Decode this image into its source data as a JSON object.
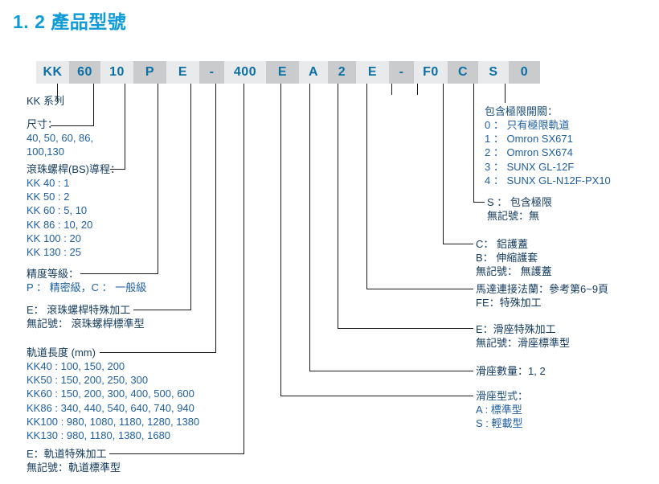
{
  "page": {
    "title": "1. 2  產品型號"
  },
  "colors": {
    "title_blue": "#0f9bd7",
    "code_text": "#0b6fa4",
    "cell_light": "#e9eaec",
    "cell_dark": "#c9cbcd",
    "heading_navy": "#123a5e",
    "body_blue": "#1f5fa0",
    "leader_line": "#1a1a1a"
  },
  "code_strip": {
    "cells": [
      {
        "text": "KK",
        "shade": "light"
      },
      {
        "text": "60",
        "shade": "dark"
      },
      {
        "text": "10",
        "shade": "light"
      },
      {
        "text": "P",
        "shade": "dark"
      },
      {
        "text": "E",
        "shade": "light"
      },
      {
        "text": "-",
        "shade": "dark"
      },
      {
        "text": "400",
        "shade": "light"
      },
      {
        "text": "E",
        "shade": "dark"
      },
      {
        "text": "A",
        "shade": "light"
      },
      {
        "text": "2",
        "shade": "dark"
      },
      {
        "text": "E",
        "shade": "light"
      },
      {
        "text": "-",
        "shade": "dark"
      },
      {
        "text": "F0",
        "shade": "light"
      },
      {
        "text": "C",
        "shade": "dark"
      },
      {
        "text": "S",
        "shade": "light"
      },
      {
        "text": "0",
        "shade": "dark"
      }
    ]
  },
  "left_annotations": {
    "series": {
      "lines": [
        "KK 系列"
      ]
    },
    "size": {
      "heading": "尺寸：",
      "lines": [
        "40, 50, 60, 86,",
        "100,130"
      ]
    },
    "ball_screw_lead": {
      "heading": "滾珠螺桿(BS)導程：",
      "lines": [
        "KK 40 : 1",
        "KK 50 : 2",
        "KK 60 :  5, 10",
        "KK 86 :  10, 20",
        "KK 100 :  20",
        "KK 130 :  25"
      ]
    },
    "accuracy_grade": {
      "heading": "精度等級：",
      "lines": [
        "P ： 精密級，C ： 一般級"
      ]
    },
    "ball_screw_machining": {
      "lines": [
        "E： 滾珠螺桿特殊加工",
        "無記號： 滾珠螺桿標準型"
      ]
    },
    "rail_length": {
      "heading": "軌道長度 (mm)",
      "lines": [
        "KK40 : 100, 150, 200",
        "KK50 : 150, 200, 250, 300",
        "KK60 : 150, 200, 300,  400,  500, 600",
        "KK86 : 340, 440, 540, 640, 740, 940",
        "KK100 : 980, 1080, 1180, 1280, 1380",
        "KK130 : 980, 1180, 1380, 1680"
      ]
    },
    "rail_machining": {
      "lines": [
        "E：軌道特殊加工",
        "無記號：軌道標準型"
      ]
    }
  },
  "right_annotations": {
    "limit_switch": {
      "heading": "包含極限開關：",
      "lines": [
        "0 ： 只有極限軌道",
        "1 ： Omron SX671",
        "2 ： Omron SX674",
        "3 ： SUNX GL-12F",
        "4 ： SUNX GL-N12F-PX10"
      ]
    },
    "limit_included": {
      "lines": [
        "S ： 包含極限",
        "無記號：無"
      ]
    },
    "cover": {
      "lines": [
        "C： 鋁護蓋",
        "B： 伸縮護套",
        "無記號： 無護蓋"
      ]
    },
    "motor_flange": {
      "lines": [
        "馬達連接法蘭：參考第6~9頁",
        "FE：特殊加工"
      ]
    },
    "slider_machining": {
      "lines": [
        "E：滑座特殊加工",
        "無記號：滑座標準型"
      ]
    },
    "slider_count": {
      "lines": [
        "滑座數量：1, 2"
      ]
    },
    "slider_type": {
      "heading": "滑座型式：",
      "lines": [
        "A : 標準型",
        "S : 輕載型"
      ]
    }
  }
}
